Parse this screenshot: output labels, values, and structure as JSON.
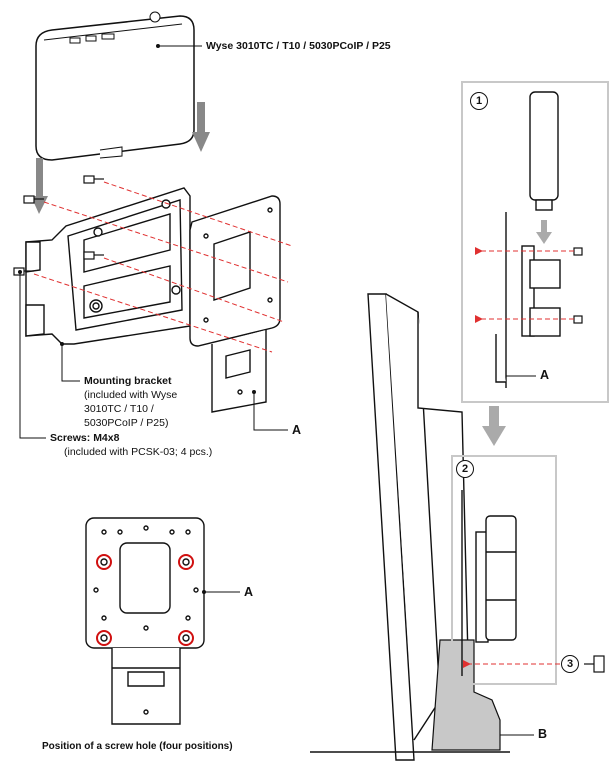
{
  "labels": {
    "device": "Wyse 3010TC / T10 / 5030PCoIP / P25",
    "bracket_title": "Mounting bracket",
    "bracket_note_1": "(included with Wyse",
    "bracket_note_2": "3010TC / T10 /",
    "bracket_note_3": "5030PCoIP / P25)",
    "screws_title": "Screws: M4x8",
    "screws_note": "(included with PCSK-03; 4 pcs.)",
    "part_a": "A",
    "part_b": "B",
    "caption": "Position of a screw hole (four positions)"
  },
  "steps": [
    "1",
    "2",
    "3"
  ],
  "colors": {
    "line": "#111111",
    "red_dash": "#e03030",
    "highlight_ring": "#d01010",
    "panel_border": "#c8c8c8",
    "arrow_gray": "#aaaaaa",
    "stand_fill": "#c8c8c8"
  }
}
